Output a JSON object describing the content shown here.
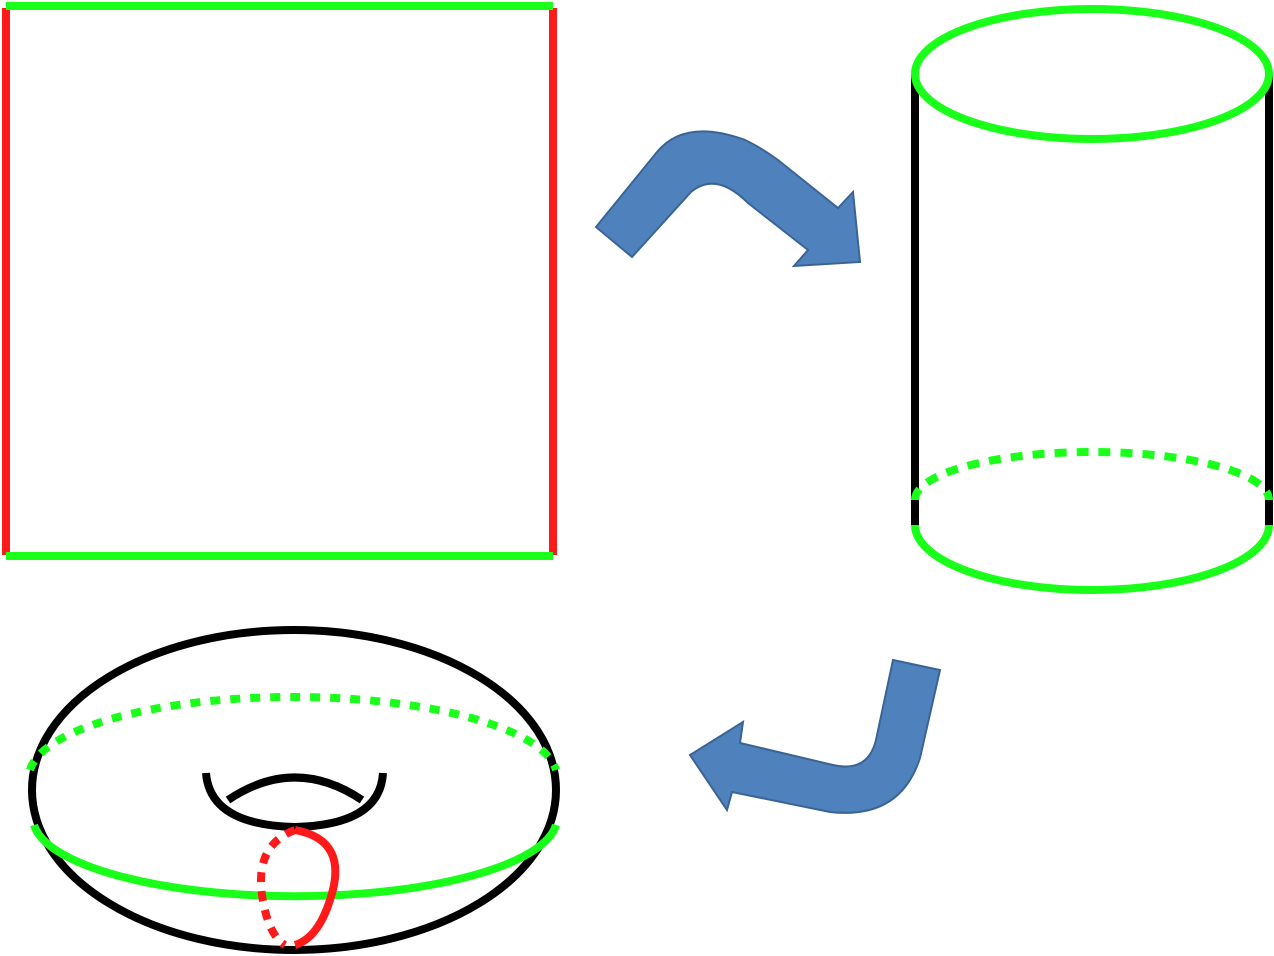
{
  "diagram": {
    "colors": {
      "background": "#ffffff",
      "identified_pair_a": "#ff1a1a",
      "identified_pair_b": "#1aff1a",
      "outline": "#000000",
      "arrow_fill": "#4f81bd",
      "arrow_stroke": "#3a6494"
    },
    "stages": [
      {
        "id": "square",
        "shape": "square-with-edges"
      },
      {
        "id": "cylinder",
        "shape": "cylinder"
      },
      {
        "id": "torus",
        "shape": "torus"
      }
    ],
    "arrows": [
      {
        "id": "arrow-square-to-cylinder",
        "from": "square",
        "to": "cylinder"
      },
      {
        "id": "arrow-cylinder-to-torus",
        "from": "cylinder",
        "to": "torus"
      }
    ]
  }
}
